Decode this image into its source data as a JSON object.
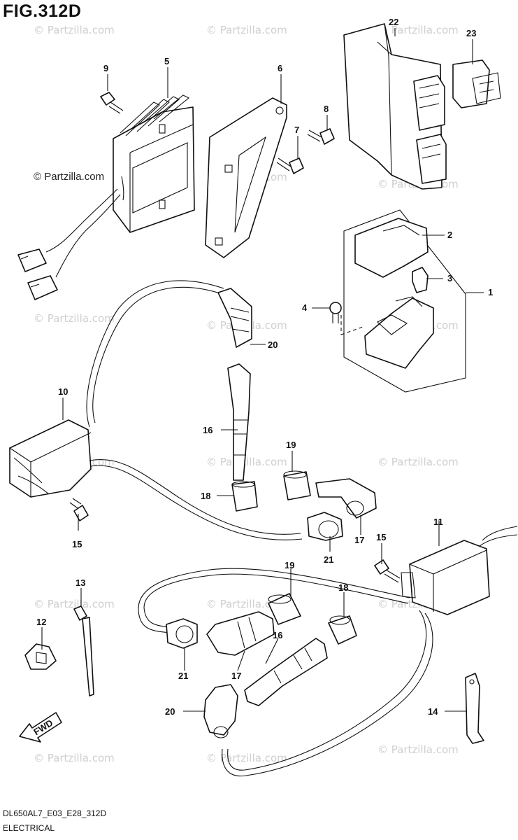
{
  "figure": {
    "title": "FIG.312D",
    "code": "DL650AL7_E03_E28_312D",
    "section": "ELECTRICAL"
  },
  "watermark": {
    "text": "© Partzilla.com",
    "visible_text": "© Partzilla.com"
  },
  "direction_arrow": {
    "label": "FWD"
  },
  "callouts": {
    "c1": "1",
    "c2": "2",
    "c3": "3",
    "c4": "4",
    "c5": "5",
    "c6": "6",
    "c7": "7",
    "c8": "8",
    "c9": "9",
    "c10": "10",
    "c11": "11",
    "c12": "12",
    "c13": "13",
    "c14": "14",
    "c15a": "15",
    "c15b": "15",
    "c16a": "16",
    "c16b": "16",
    "c17a": "17",
    "c17b": "17",
    "c18a": "18",
    "c18b": "18",
    "c19a": "19",
    "c19b": "19",
    "c20a": "20",
    "c20b": "20",
    "c21a": "21",
    "c21b": "21",
    "c22": "22",
    "c23": "23"
  },
  "colors": {
    "line": "#111111",
    "watermark": "#cfcfcf",
    "background": "#ffffff"
  }
}
